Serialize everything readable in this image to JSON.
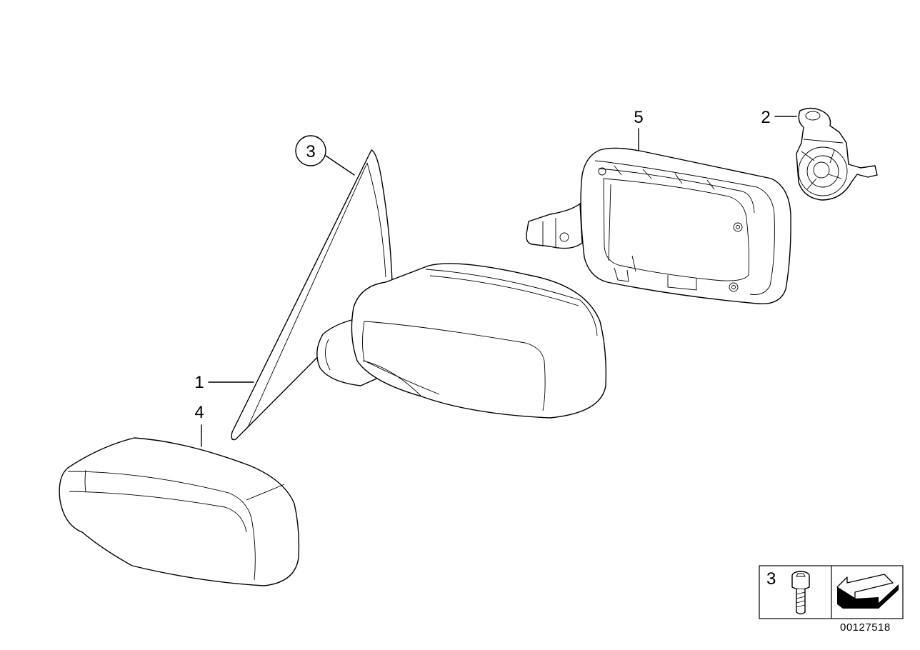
{
  "diagram": {
    "callouts": {
      "c1": "1",
      "c2": "2",
      "c3_circled": "3",
      "c4": "4",
      "c5": "5",
      "legend": "3"
    },
    "reference_number": "00127518",
    "parts": [
      {
        "id": "glass-triangle-icon"
      },
      {
        "id": "mirror-housing-icon"
      },
      {
        "id": "mirror-cover-cap-icon"
      },
      {
        "id": "mirror-frame-carrier-icon"
      },
      {
        "id": "mirror-bracket-clip-icon"
      },
      {
        "id": "hex-socket-screw-icon"
      },
      {
        "id": "direction-arrow-icon"
      }
    ]
  }
}
